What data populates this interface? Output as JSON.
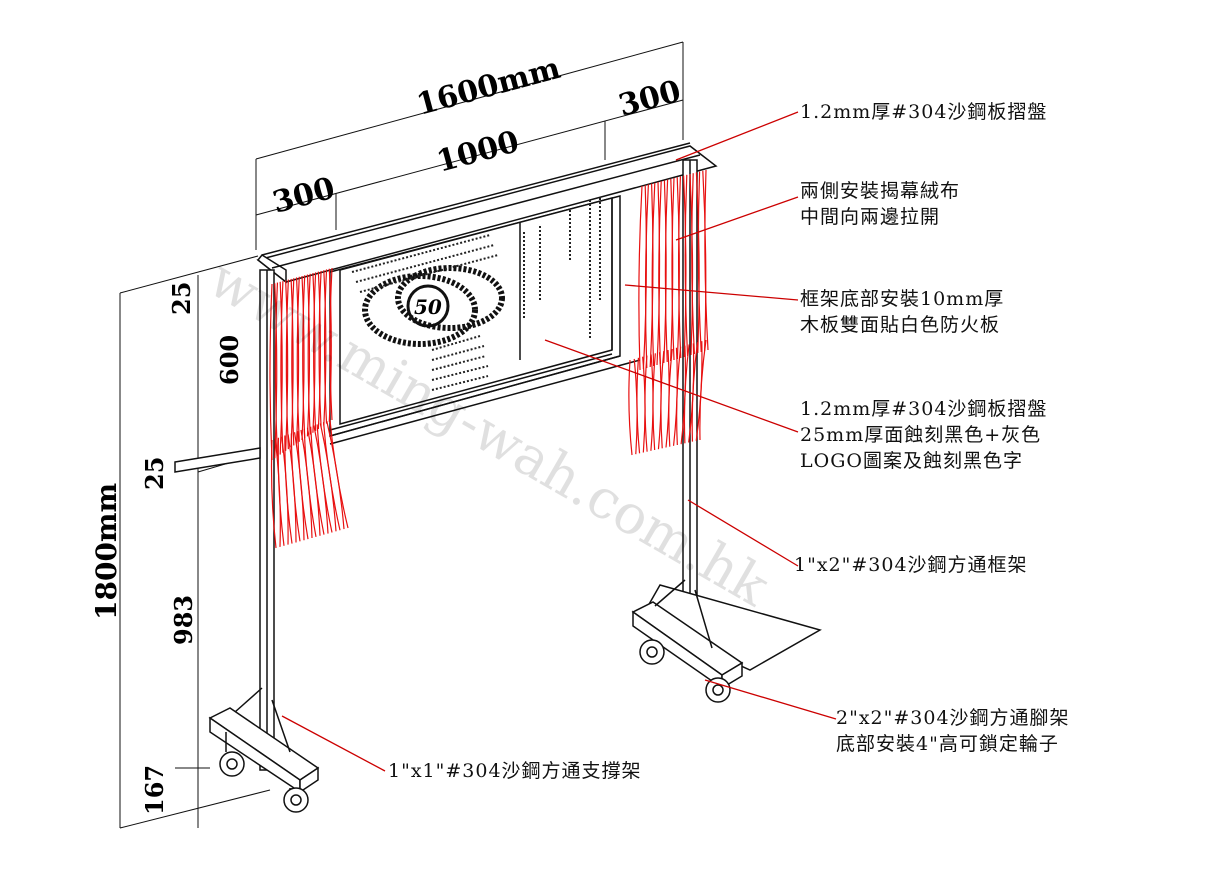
{
  "dimensions": {
    "total_width": "1600mm",
    "top_300_right": "300",
    "middle_1000": "1000",
    "left_300": "300",
    "total_height": "1800mm",
    "h_25_top": "25",
    "h_600": "600",
    "h_25_mid": "25",
    "h_983": "983",
    "h_167": "167"
  },
  "panel": {
    "logo_text": "50"
  },
  "annotations": [
    {
      "id": "top-tray",
      "lines": [
        "1.2mm厚#304沙鋼板摺盤"
      ]
    },
    {
      "id": "curtain",
      "lines": [
        "兩側安裝揭幕絨布",
        "中間向兩邊拉開"
      ]
    },
    {
      "id": "board",
      "lines": [
        "框架底部安裝10mm厚",
        "木板雙面貼白色防火板"
      ]
    },
    {
      "id": "etched-tray",
      "lines": [
        "1.2mm厚#304沙鋼板摺盤",
        "25mm厚面蝕刻黑色+灰色",
        "LOGO圖案及蝕刻黑色字"
      ]
    },
    {
      "id": "frame",
      "lines": [
        "1\"x2\"#304沙鋼方通框架"
      ]
    },
    {
      "id": "leg",
      "lines": [
        "2\"x2\"#304沙鋼方通腳架",
        "底部安裝4\"高可鎖定輪子"
      ]
    },
    {
      "id": "brace",
      "lines": [
        "1\"x1\"#304沙鋼方通支撐架"
      ]
    }
  ],
  "watermark": "www.ming-wah.com.hk",
  "colors": {
    "curtain": "#e81010",
    "leader": "#cc0000",
    "line": "#111111"
  }
}
